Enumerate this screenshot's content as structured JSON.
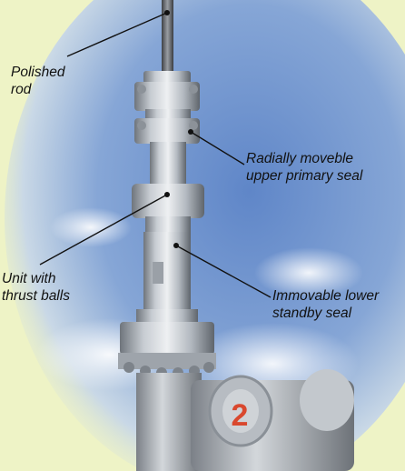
{
  "labels": {
    "polished_rod": [
      "Polished",
      "rod"
    ],
    "upper_seal": [
      "Radially moveble",
      "upper primary seal"
    ],
    "thrust_unit": [
      "Unit with",
      "thrust balls"
    ],
    "lower_seal": [
      "Immovable lower",
      "standby seal"
    ]
  },
  "wheel_number": "2",
  "colors": {
    "background": "#eef3c6",
    "sky": "#6f95d0",
    "steel": "#b9bfc6",
    "leader_line": "#111111",
    "wheel_number": "#d9482e"
  }
}
